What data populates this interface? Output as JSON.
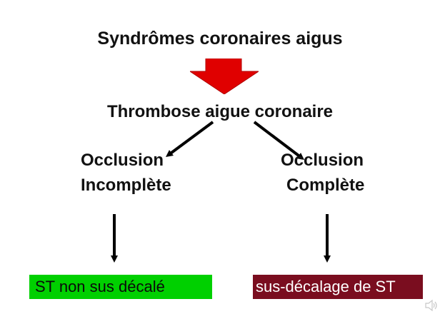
{
  "title": "Syndrômes coronaires aigus",
  "subtitle": "Thrombose aigue coronaire",
  "left_node": {
    "line1": "Occlusion",
    "line2": "Incomplète"
  },
  "right_node": {
    "line1": "Occlusion",
    "line2": "Complète"
  },
  "left_outcome": "ST non sus décalé",
  "right_outcome": "sus-décalage de ST",
  "colors": {
    "big_arrow": "#e00000",
    "left_outcome_bg": "#00d000",
    "right_outcome_bg": "#7a0d1f"
  },
  "icons": [
    "big-down-arrow-icon",
    "speaker-icon"
  ]
}
